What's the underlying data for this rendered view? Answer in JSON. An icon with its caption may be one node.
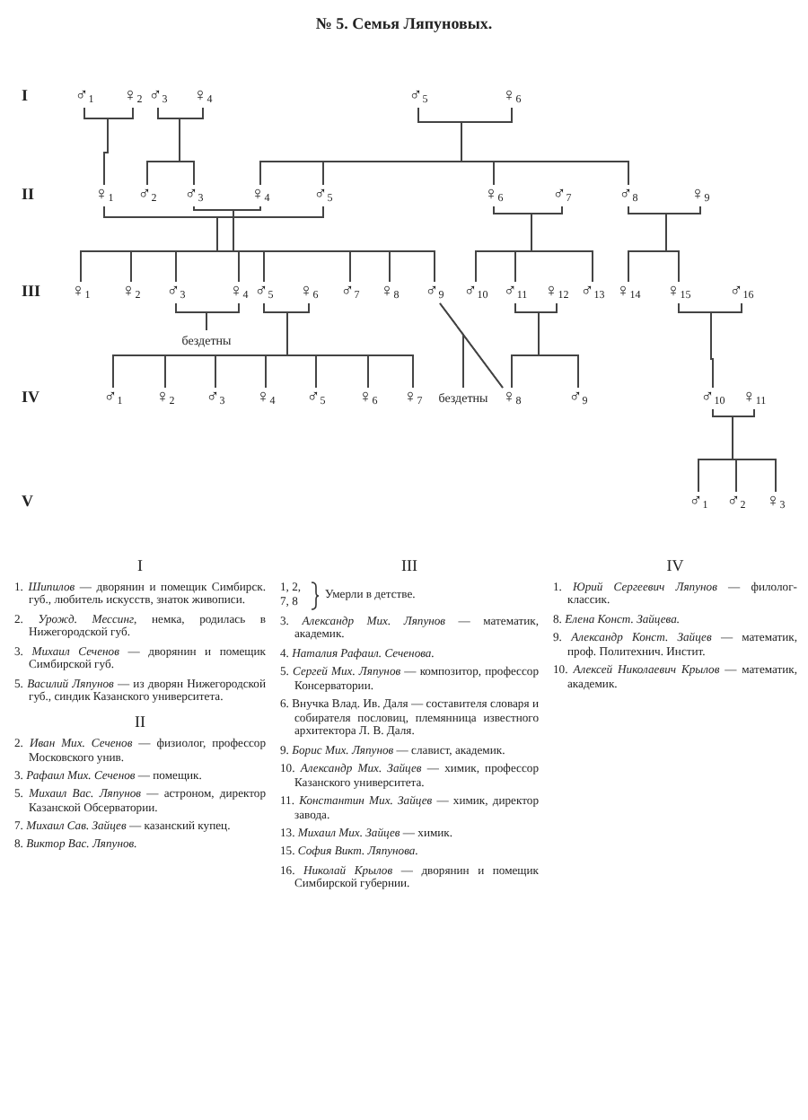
{
  "diagram": {
    "title": "№ 5. Семья Ляпуновых.",
    "nodes": [
      {
        "text": [
          "♂$_{1}$"
        ]
      },
      {
        "text": [
          "♀$_{2}$"
        ]
      },
      {
        "text": [
          "♂$_{3}$"
        ]
      },
      {
        "text": [
          "♀$_{4}$"
        ]
      },
      {
        "text": [
          "♂$_{5}$"
        ]
      },
      {
        "text": [
          "♀$_{6}$"
        ]
      },
      {
        "text": [
          "♀$_{1}$"
        ]
      },
      {
        "text": [
          "♂$_{2}$"
        ]
      },
      {
        "text": [
          "♂$_{3}$"
        ]
      },
      {
        "text": [
          "♀$_{4}$"
        ]
      },
      {
        "text": [
          "♂$_{5}$"
        ]
      },
      {
        "text": [
          "♀$_{6}$"
        ]
      },
      {
        "text": [
          "♂$_{7}$"
        ]
      },
      {
        "text": [
          "♂$_{8}$"
        ]
      },
      {
        "text": [
          "♀$_{9}$"
        ]
      },
      {
        "text": [
          "♀$_{1}$"
        ]
      },
      {
        "text": [
          "♀$_{2}$"
        ]
      },
      {
        "text": [
          "♂$_{3}$"
        ]
      },
      {
        "text": [
          "♀$_{4}$"
        ]
      },
      {
        "text": [
          "♂$_{5}$"
        ]
      },
      {
        "text": [
          "♀$_{6}$"
        ]
      },
      {
        "text": [
          "♂$_{7}$"
        ]
      },
      {
        "text": [
          "♀$_{8}$"
        ]
      },
      {
        "text": [
          "♂$_{9}$"
        ]
      },
      {
        "text": [
          "♂$_{10}$"
        ]
      },
      {
        "text": [
          "♂$_{11}$"
        ]
      },
      {
        "text": [
          "♀$_{12}$"
        ]
      },
      {
        "text": [
          "♂$_{13}$"
        ]
      },
      {
        "text": [
          "♀$_{14}$"
        ]
      },
      {
        "text": [
          "♀$_{15}$"
        ]
      },
      {
        "text": [
          "♂$_{16}$"
        ]
      },
      {
        "text": [
          "бездетны"
        ]
      },
      {
        "text": [
          "♂$_{1}$"
        ]
      },
      {
        "text": [
          "♀$_{2}$"
        ]
      },
      {
        "text": [
          "♂$_{3}$"
        ]
      },
      {
        "text": [
          "♀$_{4}$"
        ]
      },
      {
        "text": [
          "♂$_{5}$"
        ]
      },
      {
        "text": [
          "♀$_{6}$"
        ]
      },
      {
        "text": [
          "♀$_{7}$"
        ]
      },
      {
        "text": [
          "бездетны"
        ]
      },
      {
        "text": [
          "♀$_{8}$"
        ]
      },
      {
        "text": [
          "♂$_{9}$"
        ]
      },
      {
        "text": [
          "♂$_{10}$"
        ]
      },
      {
        "text": [
          "♀$_{11}$"
        ]
      },
      {
        "text": [
          "♂$_{1}$"
        ]
      },
      {
        "text": [
          "♂$_{2}$"
        ]
      },
      {
        "text": [
          "♀$_{3}$"
        ]
      }
    ],
    "edges": [
      {
        "from": 0,
        "to": 1,
        "arrow": "none"
      },
      {
        "from": 0,
        "to": 6,
        "arrow": "none"
      },
      {
        "from": 1,
        "to": 6,
        "arrow": "none"
      },
      {
        "from": 2,
        "to": 3,
        "arrow": "none"
      },
      {
        "from": 2,
        "to": 7,
        "arrow": "none"
      },
      {
        "from": 3,
        "to": 7,
        "arrow": "none"
      },
      {
        "from": 2,
        "to": 8,
        "arrow": "none"
      },
      {
        "from": 3,
        "to": 8,
        "arrow": "none"
      },
      {
        "from": 4,
        "to": 5,
        "arrow": "none"
      },
      {
        "from": 4,
        "to": 9,
        "arrow": "none"
      },
      {
        "from": 5,
        "to": 9,
        "arrow": "none"
      },
      {
        "from": 4,
        "to": 10,
        "arrow": "none"
      },
      {
        "from": 5,
        "to": 10,
        "arrow": "none"
      },
      {
        "from": 4,
        "to": 11,
        "arrow": "none"
      },
      {
        "from": 5,
        "to": 11,
        "arrow": "none"
      },
      {
        "from": 4,
        "to": 13,
        "arrow": "none"
      },
      {
        "from": 5,
        "to": 13,
        "arrow": "none"
      },
      {
        "from": 10,
        "to": 6,
        "arrow": "none"
      },
      {
        "from": 10,
        "to": 15,
        "arrow": "none"
      },
      {
        "from": 6,
        "to": 15,
        "arrow": "none"
      },
      {
        "from": 10,
        "to": 16,
        "arrow": "none"
      },
      {
        "from": 6,
        "to": 16,
        "arrow": "none"
      },
      {
        "from": 10,
        "to": 17,
        "arrow": "none"
      },
      {
        "from": 6,
        "to": 17,
        "arrow": "none"
      },
      {
        "from": 10,
        "to": 19,
        "arrow": "none"
      },
      {
        "from": 6,
        "to": 19,
        "arrow": "none"
      },
      {
        "from": 10,
        "to": 21,
        "arrow": "none"
      },
      {
        "from": 6,
        "to": 21,
        "arrow": "none"
      },
      {
        "from": 10,
        "to": 22,
        "arrow": "none"
      },
      {
        "from": 6,
        "to": 22,
        "arrow": "none"
      },
      {
        "from": 10,
        "to": 23,
        "arrow": "none"
      },
      {
        "from": 6,
        "to": 23,
        "arrow": "none"
      },
      {
        "from": 8,
        "to": 9,
        "arrow": "none"
      },
      {
        "from": 8,
        "to": 18,
        "arrow": "none"
      },
      {
        "from": 9,
        "to": 18,
        "arrow": "none"
      },
      {
        "from": 12,
        "to": 11,
        "arrow": "none"
      },
      {
        "from": 12,
        "to": 24,
        "arrow": "none"
      },
      {
        "from": 11,
        "to": 24,
        "arrow": "none"
      },
      {
        "from": 12,
        "to": 25,
        "arrow": "none"
      },
      {
        "from": 11,
        "to": 25,
        "arrow": "none"
      },
      {
        "from": 12,
        "to": 27,
        "arrow": "none"
      },
      {
        "from": 11,
        "to": 27,
        "arrow": "none"
      },
      {
        "from": 13,
        "to": 14,
        "arrow": "none"
      },
      {
        "from": 13,
        "to": 28,
        "arrow": "none"
      },
      {
        "from": 14,
        "to": 28,
        "arrow": "none"
      },
      {
        "from": 13,
        "to": 29,
        "arrow": "none"
      },
      {
        "from": 14,
        "to": 29,
        "arrow": "none"
      },
      {
        "from": 17,
        "to": 18,
        "arrow": "none"
      },
      {
        "from": 17,
        "to": 31,
        "arrow": "none"
      },
      {
        "from": 18,
        "to": 31,
        "arrow": "none"
      },
      {
        "from": 19,
        "to": 20,
        "arrow": "none"
      },
      {
        "from": 19,
        "to": 32,
        "arrow": "none"
      },
      {
        "from": 20,
        "to": 32,
        "arrow": "none"
      },
      {
        "from": 19,
        "to": 33,
        "arrow": "none"
      },
      {
        "from": 20,
        "to": 33,
        "arrow": "none"
      },
      {
        "from": 19,
        "to": 34,
        "arrow": "none"
      },
      {
        "from": 20,
        "to": 34,
        "arrow": "none"
      },
      {
        "from": 19,
        "to": 35,
        "arrow": "none"
      },
      {
        "from": 20,
        "to": 35,
        "arrow": "none"
      },
      {
        "from": 19,
        "to": 36,
        "arrow": "none"
      },
      {
        "from": 20,
        "to": 36,
        "arrow": "none"
      },
      {
        "from": 19,
        "to": 37,
        "arrow": "none"
      },
      {
        "from": 20,
        "to": 37,
        "arrow": "none"
      },
      {
        "from": 19,
        "to": 38,
        "arrow": "none"
      },
      {
        "from": 20,
        "to": 38,
        "arrow": "none"
      },
      {
        "from": 25,
        "to": 26,
        "arrow": "none"
      },
      {
        "from": 25,
        "to": 40,
        "arrow": "none"
      },
      {
        "from": 26,
        "to": 40,
        "arrow": "none"
      },
      {
        "from": 25,
        "to": 41,
        "arrow": "none"
      },
      {
        "from": 26,
        "to": 41,
        "arrow": "none"
      },
      {
        "from": 23,
        "to": 40,
        "arrow": "none"
      },
      {
        "from": 23,
        "to": 39,
        "arrow": "none"
      },
      {
        "from": 40,
        "to": 39,
        "arrow": "none"
      },
      {
        "from": 30,
        "to": 29,
        "arrow": "none"
      },
      {
        "from": 30,
        "to": 42,
        "arrow": "none"
      },
      {
        "from": 29,
        "to": 42,
        "arrow": "none"
      },
      {
        "from": 42,
        "to": 43,
        "arrow": "none"
      },
      {
        "from": 42,
        "to": 44,
        "arrow": "none"
      },
      {
        "from": 43,
        "to": 44,
        "arrow": "none"
      },
      {
        "from": 42,
        "to": 45,
        "arrow": "none"
      },
      {
        "from": 43,
        "to": 45,
        "arrow": "none"
      },
      {
        "from": 42,
        "to": 46,
        "arrow": "none"
      },
      {
        "from": 43,
        "to": 46,
        "arrow": "none"
      }
    ],
    "labels": [
      "I",
      "II",
      "III",
      "IV",
      "V",
      "I",
      "1. *Шипилов* — дворянин и помещик Симбирск. губ., любитель искусств, знаток живописи.",
      "2. *Урожд. Мессинг*, немка, родилась в Нижегородской губ.",
      "3. *Михаил Сеченов* — дворянин и помещик Симбирской губ.",
      "5. *Василий Ляпунов* — из дворян Нижегородской губ., синдик Казанского университета.",
      "II",
      "2. *Иван Мих. Сеченов* — физиолог, профессор Московского унив.",
      "3. *Рафаил Мих. Сеченов* — помещик.",
      "5. *Михаил Вас. Ляпунов* — астроном, директор Казанской Обсерватории.",
      "7. *Михаил Сав. Зайцев* — казанский купец.",
      "8. *Виктор Вас. Ляпунов.*",
      "III",
      "1, 2, 7, 8",
      "Умерли в детстве.",
      "3. *Александр Мих. Ляпунов* — математик, академик.",
      "4. *Наталия Рафаил. Сеченова.*",
      "5. *Сергей Мих. Ляпунов* — композитор, профессор Консерватории.",
      "6. Внучка Влад. Ив. Даля — составителя словаря и собирателя пословиц, племянница известного архитектора Л. В. Даля.",
      "9. *Борис Мих. Ляпунов* — славист, академик.",
      "10. *Александр Мих. Зайцев* — химик, профессор Казанского университета.",
      "11. *Константин Мих. Зайцев* — химик, директор завода.",
      "13. *Михаил Мих. Зайцев* — химик.",
      "15. *София Викт. Ляпунова.*",
      "16. *Николай Крылов* — дворянин и помещик Симбирской губернии.",
      "IV",
      "1. *Юрий Сергеевич Ляпунов* — филолог-классик.",
      "8. *Елена Конст. Зайцева.*",
      "9. *Александр Конст. Зайцев* — математик, проф. Политехнич. Инстит.",
      "10. *Алексей Николаевич Крылов* — математик, академик."
    ]
  }
}
